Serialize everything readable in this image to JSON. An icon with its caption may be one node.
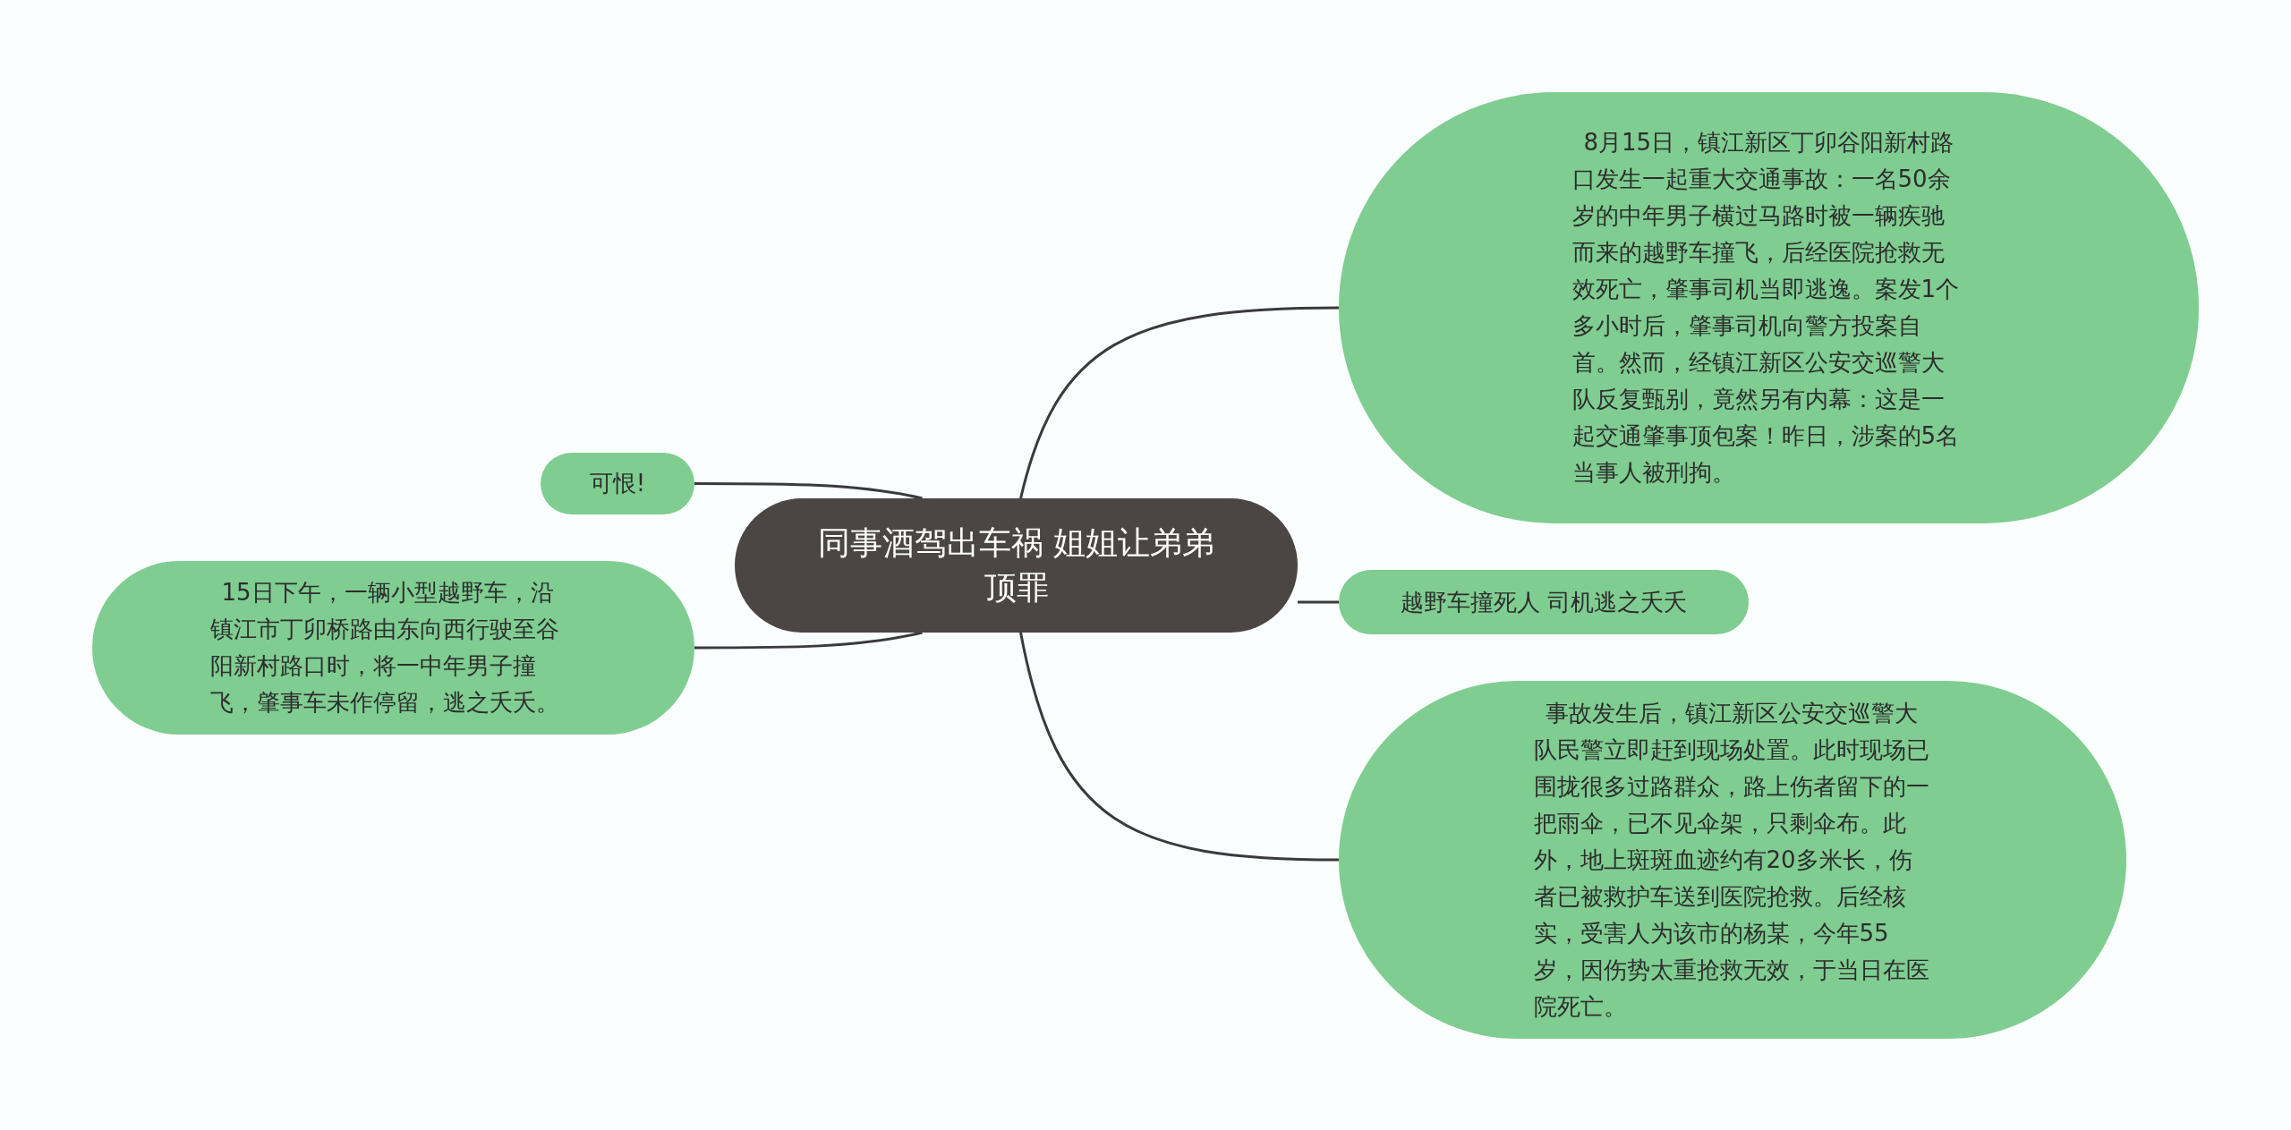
{
  "diagram": {
    "nodes": [
      {
        "text": [
          "同事酒驾出车祸 姐姐让弟弟顶罪"
        ]
      },
      {
        "text": [
          "8月15日，镇江新区丁卯谷阳新村路口发生一起重大交通事故：一名50余岁的中年男子横过马路时被一辆疾驰而来的越野车撞飞，后经医院抢救无效死亡，肇事司机当即逃逸。案发1个多小时后，肇事司机向警方投案自首。然而，经镇江新区公安交巡警大队反复甄别，竟然另有内幕：这是一起交通肇事顶包案！昨日，涉案的5名当事人被刑拘。"
        ]
      },
      {
        "text": [
          "越野车撞死人 司机逃之夭夭"
        ]
      },
      {
        "text": [
          "事故发生后，镇江新区公安交巡警大队民警立即赶到现场处置。此时现场已围拢很多过路群众，路上伤者留下的一把雨伞，已不见伞架，只剩伞布。此外，地上斑斑血迹约有20多米长，伤者已被救护车送到医院抢救。后经核实，受害人为该市的杨某，今年55岁，因伤势太重抢救无效，于当日在医院死亡。"
        ]
      },
      {
        "text": [
          "可恨!"
        ]
      },
      {
        "text": [
          "15日下午，一辆小型越野车，沿镇江市丁卯桥路由东向西行驶至谷阳新村路口时，将一中年男子撞飞，肇事车未作停留，逃之夭夭。"
        ]
      }
    ],
    "edges": [
      {
        "from": 0,
        "to": 1,
        "arrow": "none"
      },
      {
        "from": 0,
        "to": 2,
        "arrow": "none"
      },
      {
        "from": 0,
        "to": 3,
        "arrow": "none"
      },
      {
        "from": 0,
        "to": 4,
        "arrow": "none"
      },
      {
        "from": 0,
        "to": 5,
        "arrow": "none"
      }
    ]
  }
}
